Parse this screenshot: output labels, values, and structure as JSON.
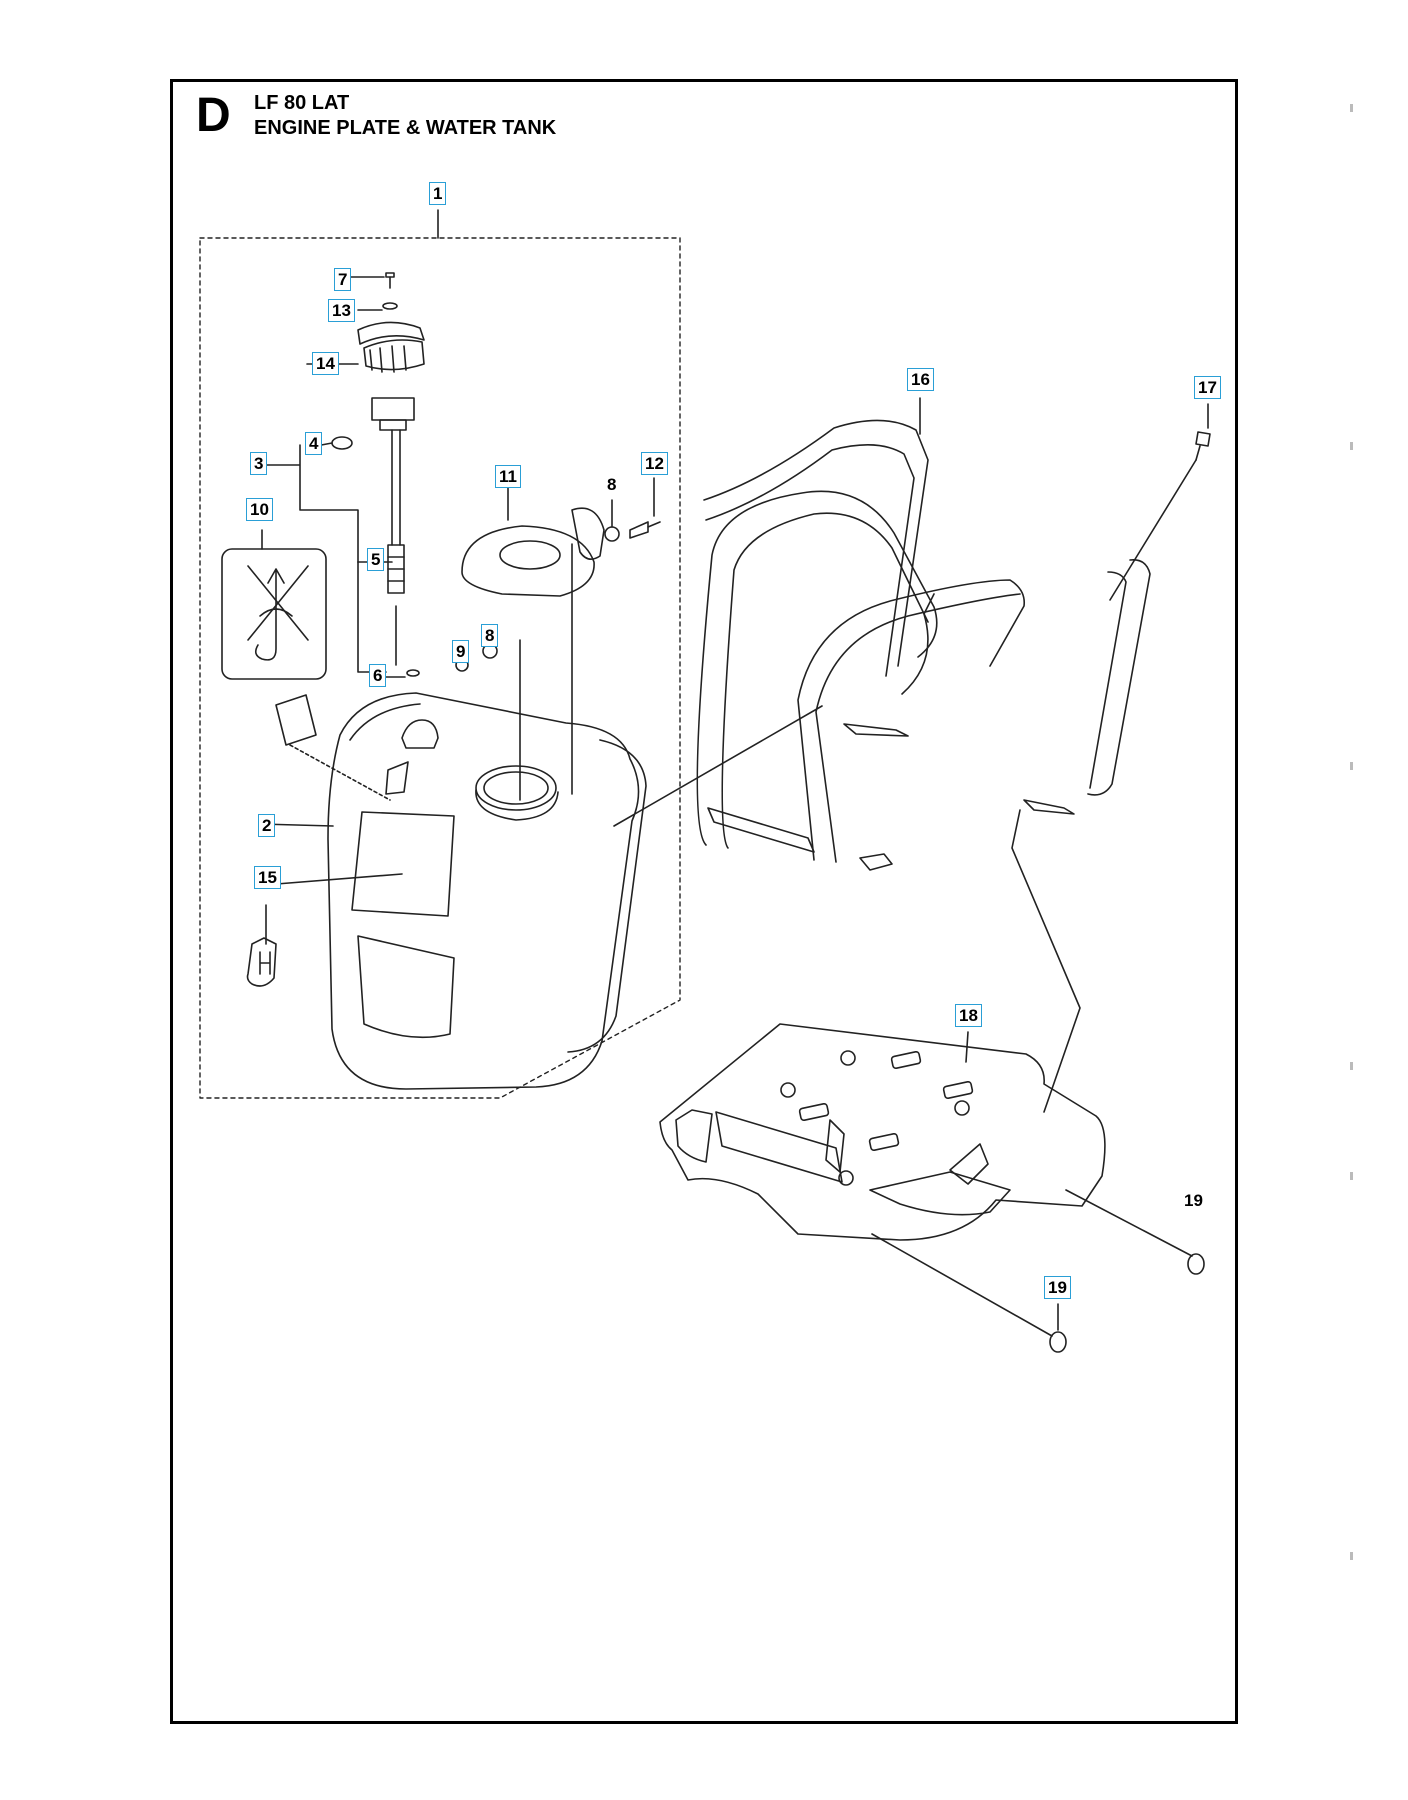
{
  "header": {
    "section_letter": "D",
    "model": "LF 80 LAT",
    "title": "ENGINE PLATE & WATER TANK"
  },
  "callouts": [
    {
      "id": "c1",
      "label": "1",
      "boxed": true
    },
    {
      "id": "c2",
      "label": "2",
      "boxed": true
    },
    {
      "id": "c3",
      "label": "3",
      "boxed": true
    },
    {
      "id": "c4",
      "label": "4",
      "boxed": true
    },
    {
      "id": "c5",
      "label": "5",
      "boxed": true
    },
    {
      "id": "c6",
      "label": "6",
      "boxed": true
    },
    {
      "id": "c7",
      "label": "7",
      "boxed": true
    },
    {
      "id": "c8a",
      "label": "8",
      "boxed": false
    },
    {
      "id": "c8b",
      "label": "8",
      "boxed": true
    },
    {
      "id": "c9",
      "label": "9",
      "boxed": true
    },
    {
      "id": "c10",
      "label": "10",
      "boxed": true
    },
    {
      "id": "c11",
      "label": "11",
      "boxed": true
    },
    {
      "id": "c12",
      "label": "12",
      "boxed": true
    },
    {
      "id": "c13",
      "label": "13",
      "boxed": true
    },
    {
      "id": "c14",
      "label": "14",
      "boxed": true
    },
    {
      "id": "c15",
      "label": "15",
      "boxed": true
    },
    {
      "id": "c16",
      "label": "16",
      "boxed": true
    },
    {
      "id": "c17",
      "label": "17",
      "boxed": true
    },
    {
      "id": "c18",
      "label": "18",
      "boxed": true
    },
    {
      "id": "c19a",
      "label": "19",
      "boxed": false
    },
    {
      "id": "c19b",
      "label": "19",
      "boxed": true
    }
  ],
  "colors": {
    "frame": "#000000",
    "callout_box": "#2a9fd6",
    "line": "#222222"
  }
}
